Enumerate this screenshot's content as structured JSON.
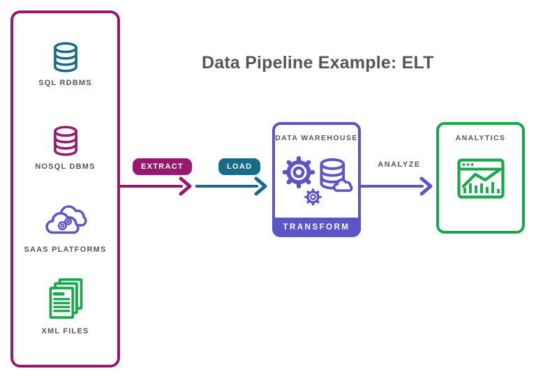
{
  "title": "Data Pipeline Example: ELT",
  "colors": {
    "magenta": "#96196F",
    "teal": "#166B86",
    "purple": "#5B55C8",
    "green": "#1AA64B",
    "gray_text": "#55565A"
  },
  "sources": {
    "items": [
      {
        "label": "SQL RDBMS",
        "icon": "database-icon",
        "color": "#166B86"
      },
      {
        "label": "NOSQL DBMS",
        "icon": "database-icon",
        "color": "#96196F"
      },
      {
        "label": "SAAS PLATFORMS",
        "icon": "cloud-gears-icon",
        "color": "#5B55C8"
      },
      {
        "label": "XML FILES",
        "icon": "stacked-files-icon",
        "color": "#1AA64B"
      }
    ]
  },
  "pipeline": {
    "extract_label": "EXTRACT",
    "load_label": "LOAD",
    "analyze_label": "ANALYZE"
  },
  "warehouse": {
    "title": "DATA WAREHOUSE",
    "footer": "TRANSFORM",
    "icons": [
      "gear-icon",
      "database-cloud-icon",
      "small-gear-icon"
    ]
  },
  "analytics": {
    "title": "ANALYTICS",
    "icon": "chart-window-icon"
  }
}
